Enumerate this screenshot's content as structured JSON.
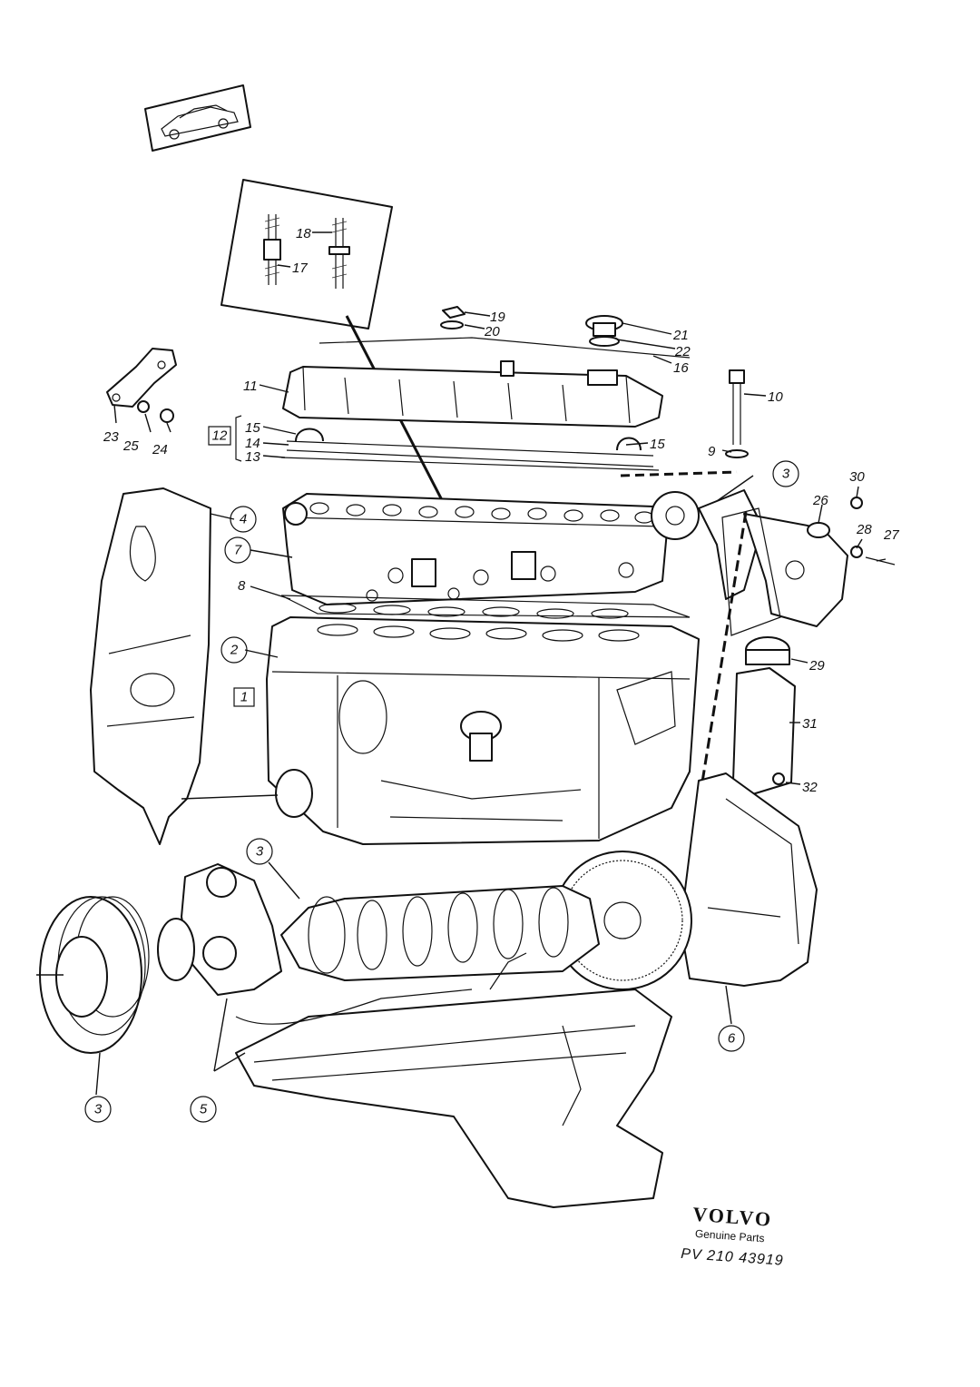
{
  "callouts": [
    {
      "id": "1",
      "label": "1",
      "style": "box"
    },
    {
      "id": "2",
      "label": "2",
      "style": "circle"
    },
    {
      "id": "3a",
      "label": "3",
      "style": "circle"
    },
    {
      "id": "3b",
      "label": "3",
      "style": "circle"
    },
    {
      "id": "3c",
      "label": "3",
      "style": "circle"
    },
    {
      "id": "4",
      "label": "4",
      "style": "circle"
    },
    {
      "id": "5",
      "label": "5",
      "style": "circle"
    },
    {
      "id": "6",
      "label": "6",
      "style": "circle"
    },
    {
      "id": "7",
      "label": "7",
      "style": "circle"
    },
    {
      "id": "8",
      "label": "8",
      "style": "plain"
    },
    {
      "id": "9",
      "label": "9",
      "style": "plain"
    },
    {
      "id": "10",
      "label": "10",
      "style": "plain"
    },
    {
      "id": "11",
      "label": "11",
      "style": "plain"
    },
    {
      "id": "12",
      "label": "12",
      "style": "box"
    },
    {
      "id": "13",
      "label": "13",
      "style": "plain"
    },
    {
      "id": "14",
      "label": "14",
      "style": "plain"
    },
    {
      "id": "15a",
      "label": "15",
      "style": "plain"
    },
    {
      "id": "15b",
      "label": "15",
      "style": "plain"
    },
    {
      "id": "16",
      "label": "16",
      "style": "plain"
    },
    {
      "id": "17",
      "label": "17",
      "style": "plain"
    },
    {
      "id": "18",
      "label": "18",
      "style": "plain"
    },
    {
      "id": "19",
      "label": "19",
      "style": "plain"
    },
    {
      "id": "20",
      "label": "20",
      "style": "plain"
    },
    {
      "id": "21",
      "label": "21",
      "style": "plain"
    },
    {
      "id": "22",
      "label": "22",
      "style": "plain"
    },
    {
      "id": "23",
      "label": "23",
      "style": "plain"
    },
    {
      "id": "24",
      "label": "24",
      "style": "plain"
    },
    {
      "id": "25",
      "label": "25",
      "style": "plain"
    },
    {
      "id": "26",
      "label": "26",
      "style": "plain"
    },
    {
      "id": "27",
      "label": "27",
      "style": "plain"
    },
    {
      "id": "28",
      "label": "28",
      "style": "plain"
    },
    {
      "id": "29",
      "label": "29",
      "style": "plain"
    },
    {
      "id": "30",
      "label": "30",
      "style": "plain"
    },
    {
      "id": "31",
      "label": "31",
      "style": "plain"
    },
    {
      "id": "32",
      "label": "32",
      "style": "plain"
    }
  ],
  "branding": {
    "name": "VOLVO",
    "subtitle": "Genuine Parts",
    "code": "PV 210 43919"
  },
  "icons": {
    "vehicle": "sedan-car-icon"
  }
}
